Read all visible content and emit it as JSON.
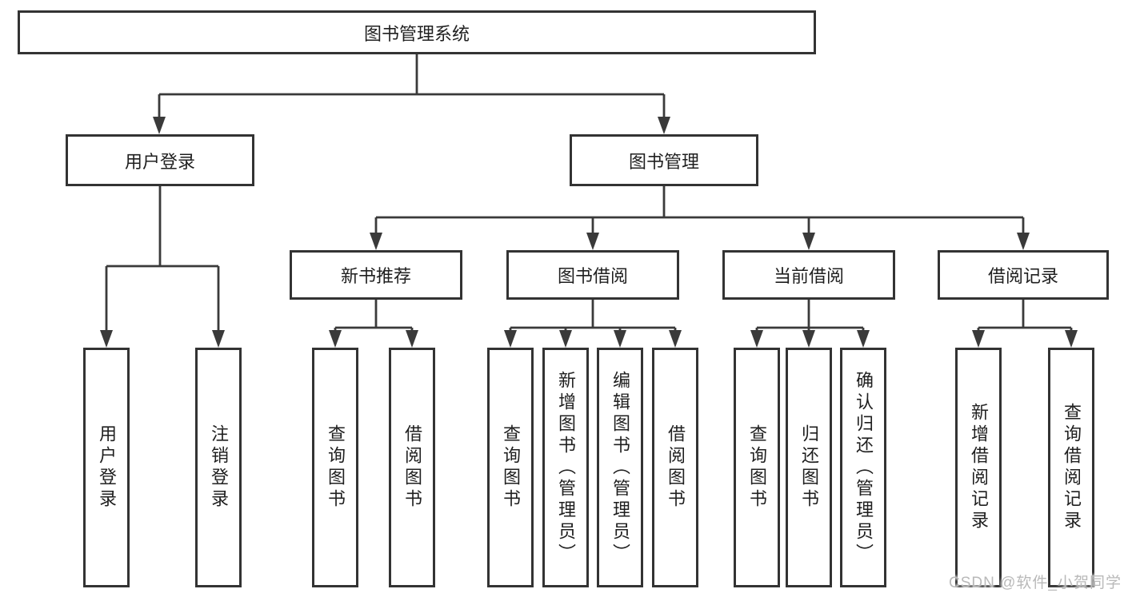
{
  "root": {
    "label": "图书管理系统"
  },
  "branches": [
    {
      "label": "用户登录",
      "leaves": [
        "用户登录",
        "注销登录"
      ]
    },
    {
      "label": "图书管理",
      "children": [
        {
          "label": "新书推荐",
          "leaves": [
            "查询图书",
            "借阅图书"
          ]
        },
        {
          "label": "图书借阅",
          "leaves": [
            "查询图书",
            "新增图书（管理员）",
            "编辑图书（管理员）",
            "借阅图书"
          ]
        },
        {
          "label": "当前借阅",
          "leaves": [
            "查询图书",
            "归还图书",
            "确认归还（管理员）"
          ]
        },
        {
          "label": "借阅记录",
          "leaves": [
            "新增借阅记录",
            "查询借阅记录"
          ]
        }
      ]
    }
  ],
  "watermark": "CSDN @软件_小贺同学",
  "colors": {
    "line": "#3a3a3a",
    "border": "#333333",
    "text": "#1f1f1f",
    "background": "#ffffff",
    "watermark": "#b9b9b9"
  }
}
